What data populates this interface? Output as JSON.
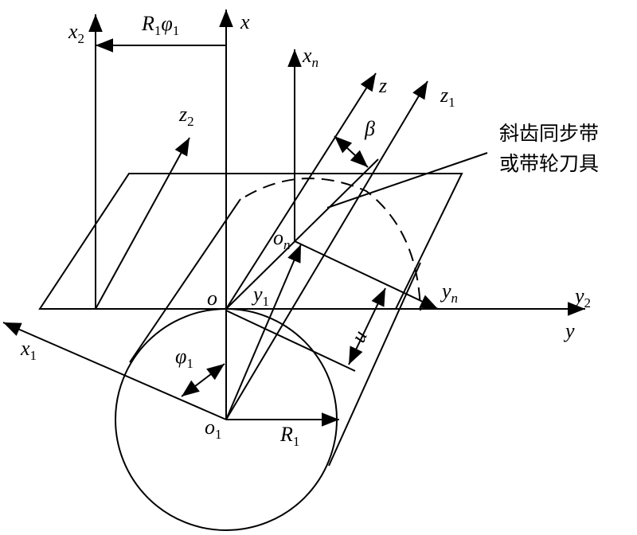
{
  "labels": {
    "x2": {
      "base": "x",
      "sub": "2"
    },
    "r1phi1": {
      "base": "R",
      "sub": "1",
      "base2": "φ",
      "sub2": "1"
    },
    "x": "x",
    "xn": {
      "base": "x",
      "sub": "n"
    },
    "z": "z",
    "z1": {
      "base": "z",
      "sub": "1"
    },
    "z2": {
      "base": "z",
      "sub": "2"
    },
    "beta": "β",
    "o": "o",
    "on": {
      "base": "o",
      "sub": "n"
    },
    "y1": {
      "base": "y",
      "sub": "1"
    },
    "yn": {
      "base": "y",
      "sub": "n"
    },
    "y2": {
      "base": "y",
      "sub": "2"
    },
    "y": "y",
    "u": "u",
    "x1": {
      "base": "x",
      "sub": "1"
    },
    "phi1": {
      "base": "φ",
      "sub": "1"
    },
    "o1": {
      "base": "o",
      "sub": "1"
    },
    "R1": {
      "base": "R",
      "sub": "1"
    }
  },
  "callout": {
    "line1": "斜齿同步带",
    "line2": "或带轮刀具"
  }
}
